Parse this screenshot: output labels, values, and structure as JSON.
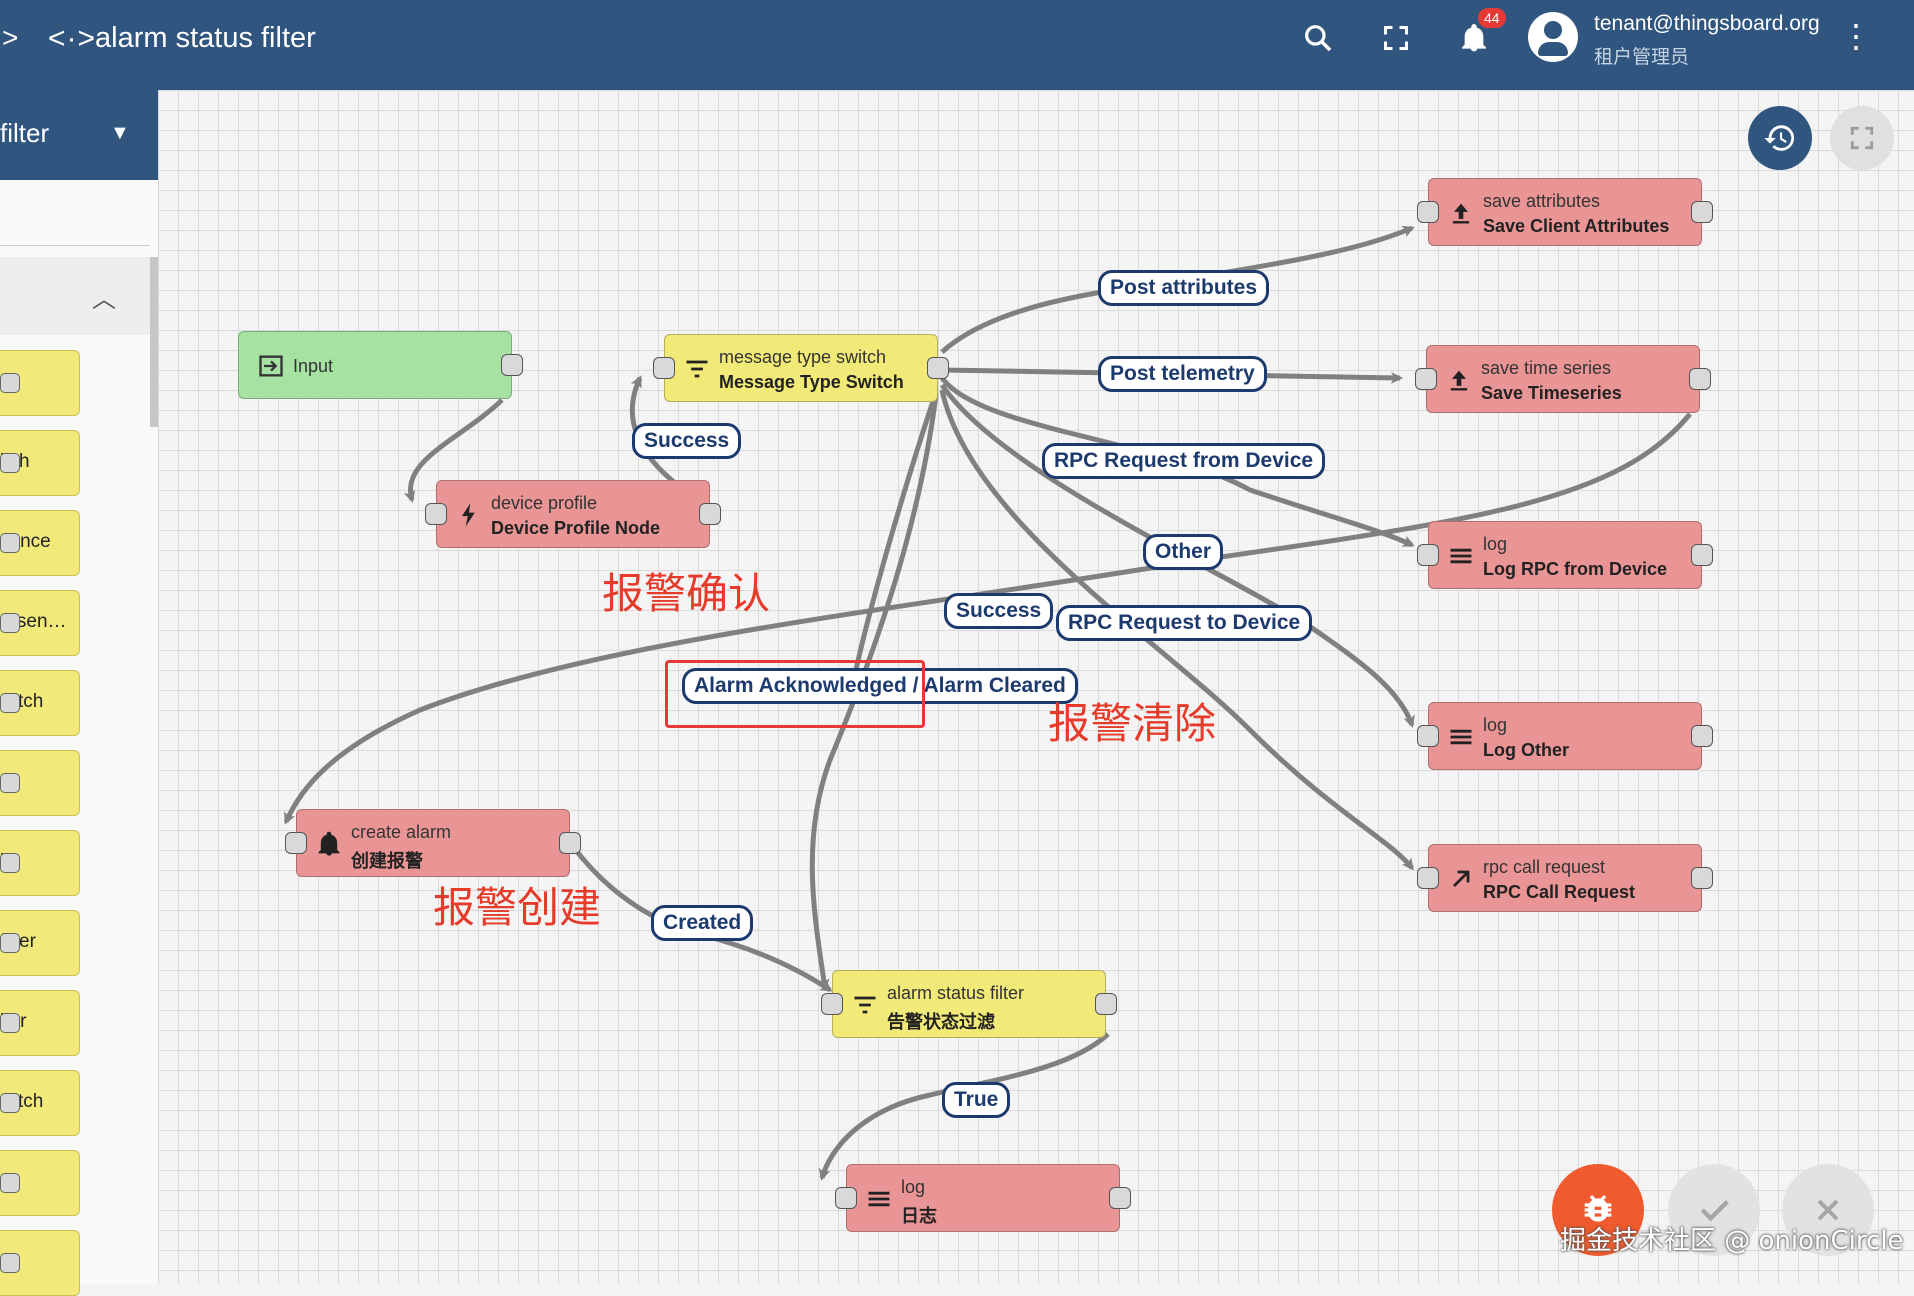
{
  "header": {
    "back_glyph": ">",
    "chain_glyph": "<·>",
    "title": "alarm status filter",
    "notifications_count": "44",
    "user_email": "tenant@thingsboard.org",
    "user_role": "租户管理员"
  },
  "palette": {
    "filter_label": "filter",
    "items": [
      "er",
      "itch",
      "sence",
      "resen…",
      "witch",
      "",
      "h",
      "filter",
      "lter",
      "witch",
      "",
      ""
    ]
  },
  "nodes": {
    "input": {
      "type": "Input",
      "name": ""
    },
    "device_profile": {
      "type": "device profile",
      "name": "Device Profile Node"
    },
    "msg_switch": {
      "type": "message type switch",
      "name": "Message Type Switch"
    },
    "save_attr": {
      "type": "save attributes",
      "name": "Save Client Attributes"
    },
    "save_ts": {
      "type": "save time series",
      "name": "Save Timeseries"
    },
    "log_rpc": {
      "type": "log",
      "name": "Log RPC from Device"
    },
    "log_other": {
      "type": "log",
      "name": "Log Other"
    },
    "rpc_call": {
      "type": "rpc call request",
      "name": "RPC Call Request"
    },
    "create_alarm": {
      "type": "create alarm",
      "name": "创建报警"
    },
    "alarm_filter": {
      "type": "alarm status filter",
      "name": "告警状态过滤"
    },
    "log_cn": {
      "type": "log",
      "name": "日志"
    }
  },
  "edge_labels": {
    "success_top": "Success",
    "post_attributes": "Post attributes",
    "post_telemetry": "Post telemetry",
    "rpc_from_device": "RPC Request from Device",
    "other": "Other",
    "success_mid": "Success",
    "rpc_to_device": "RPC Request to Device",
    "alarm_ack": "Alarm Acknowledged / Alarm Cleared",
    "created": "Created",
    "true": "True"
  },
  "annotations": {
    "ack": "报警确认",
    "cleared": "报警清除",
    "create": "报警创建"
  },
  "watermark": "掘金技术社区 @ onionCircle",
  "colors": {
    "header": "#305680",
    "red_node": "#e99595",
    "yellow_node": "#f2ea78",
    "green_node": "#a6e3a3",
    "label_border": "#1d3a6e",
    "annotation": "#e63a2a",
    "debug_fab": "#ef5b2f"
  }
}
